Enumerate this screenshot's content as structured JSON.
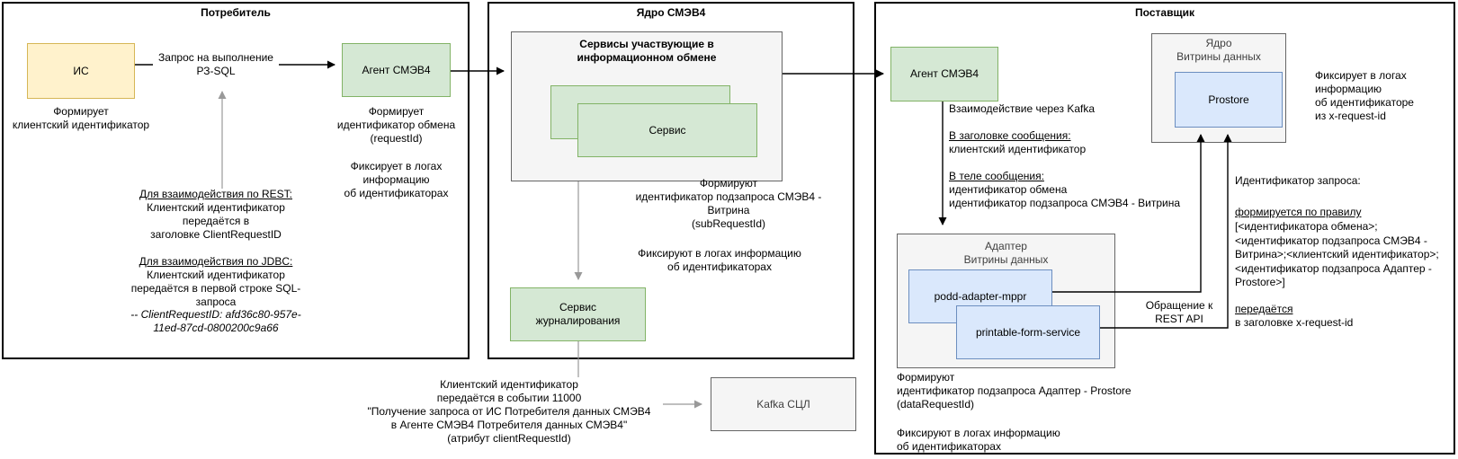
{
  "sections": {
    "consumer_title": "Потребитель",
    "core_title": "Ядро СМЭВ4",
    "provider_title": "Поставщик"
  },
  "consumer": {
    "is_box_label": "ИС",
    "agent_box_label": "Агент СМЭВ4",
    "edge_label": [
      "Запрос на выполнение",
      "РЗ-SQL"
    ],
    "is_caption": [
      "Формирует",
      "клиентский идентификатор"
    ],
    "agent_caption_1": [
      "Формирует",
      "идентификатор обмена",
      "(requestId)"
    ],
    "agent_caption_2": [
      "Фиксирует в логах",
      "информацию",
      "об идентификаторах"
    ],
    "rest_header": "Для взаимодействия по REST:",
    "rest_lines": [
      "Клиентский идентификатор",
      "передаётся в",
      "заголовке ClientRequestID"
    ],
    "jdbc_header": "Для взаимодействия по JDBC:",
    "jdbc_lines": [
      "Клиентский идентификатор",
      "передаётся в первой строке SQL-",
      "запроса"
    ],
    "jdbc_example": [
      "-- ClientRequestID: afd36c80-957e-",
      "11ed-87cd-0800200c9a66"
    ]
  },
  "core": {
    "services_box_title": [
      "Сервисы участвующие в",
      "информационном обмене"
    ],
    "service_box_label": "Сервис",
    "sub_request_note": [
      "Формируют",
      "идентификатор подзапроса СМЭВ4 -",
      "Витрина",
      "(subRequestId)"
    ],
    "log_note": [
      "Фиксируют в логах информацию",
      "об идентификаторах"
    ],
    "journal_box_label": [
      "Сервис",
      "журналирования"
    ],
    "event_note": [
      "Клиентский идентификатор",
      "передаётся в событии 11000",
      "\"Получение запроса от ИС Потребителя данных СМЭВ4",
      "в Агенте СМЭВ4 Потребителя данных СМЭВ4\"",
      "(атрибут clientRequestId)"
    ],
    "kafka_box_label": "Kafka СЦЛ"
  },
  "provider": {
    "agent_box_label": "Агент СМЭВ4",
    "kafka_note": "Взаимодействие через Kafka",
    "header_note_header": "В заголовке сообщения:",
    "header_note_line": "клиентский идентификатор",
    "body_note_header": "В теле сообщения:",
    "body_note_lines": [
      "идентификатор обмена",
      "идентификатор подзапроса СМЭВ4 - Витрина"
    ],
    "core_box_title": [
      "Ядро",
      "Витрины данных"
    ],
    "prostore_box_label": "Prostore",
    "prostore_note": [
      "Фиксирует в логах",
      "информацию",
      "об идентификаторе",
      "из x-request-id"
    ],
    "adapter_box_title": [
      "Адаптер",
      "Витрины данных"
    ],
    "podd_box_label": "podd-adapter-mppr",
    "pfs_box_label": "printable-form-service",
    "rest_api_label": [
      "Обращение к",
      "REST API"
    ],
    "request_id_title": "Идентификатор запроса:",
    "rule_header": "формируется по правилу",
    "rule_lines": [
      "[<идентификатора обмена>;",
      "<идентификатор подзапроса СМЭВ4 -",
      "Витрина>;<клиентский идентификатор>;",
      "<идентификатор подзапроса Адаптер -",
      "Prostore>]"
    ],
    "passed_header": "передаётся ",
    "passed_line": "в заголовке x-request-id",
    "form_note": [
      "Формируют",
      "идентификатор подзапроса Адаптер - Prostore",
      "(dataRequestId)"
    ],
    "log_note": [
      "Фиксируют в логах информацию",
      "об идентификаторах"
    ]
  },
  "colors": {
    "yellow_fill": "#FFF2CC",
    "yellow_border": "#D6B656",
    "green_fill": "#D5E8D4",
    "green_border": "#82B366",
    "blue_fill": "#DAE8FC",
    "blue_border": "#6C8EBF",
    "gray_fill": "#F5F5F5",
    "gray_border": "#666666",
    "arrow_main": "#000000",
    "arrow_annotation": "#999999"
  }
}
